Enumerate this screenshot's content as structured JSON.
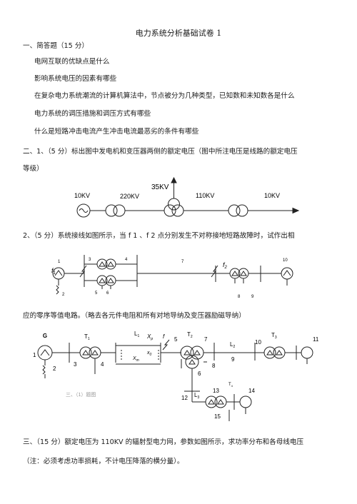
{
  "title": "电力系统分析基础试卷 1",
  "section1_heading": "一、简答题（15 分）",
  "q1": "电网互联的优缺点是什么",
  "q2": "影响系统电压的因素有哪些",
  "q3": "在复杂电力系统潮流的计算机算法中，节点被分为几种类型，已知数和未知数各是什么",
  "q4": "电力系统的调压措施和调压方式有哪些",
  "q5": "什么是短路冲击电流产生冲击电流最恶劣的条件有哪些",
  "section2_line1": "二、1、（5 分）标出图中发电机和变压器两侧的额定电压（图中所注电压是线路的额定电压",
  "section2_line2": "等级）",
  "fig1": {
    "v_top": "35KV",
    "v1": "10KV",
    "v2": "220KV",
    "v3": "110KV",
    "v4": "10KV"
  },
  "q2_2_line": "2、（5 分）系统接线如图所示，当 f 1 、f 2 点分别发生不对称接地短路故障时，试作出相",
  "fig2": {
    "f1": "f",
    "f1_sub": "1",
    "f2": "f",
    "f2_sub": "2",
    "n1": "1",
    "n2": "2",
    "n3": "3",
    "n4": "4",
    "n5": "5",
    "n6": "6",
    "n7": "7",
    "n8": "8",
    "n9": "9",
    "n10": "10"
  },
  "q2_2_line2": "应的零序等值电路。（略去各元件电阻和所有对地导纳及变压器励磁导纳）",
  "fig3": {
    "G": "G",
    "T1": "T",
    "T1_sub": "1",
    "L1": "L",
    "L1_sub": "1",
    "Xp": "X",
    "Xp_sub": "p",
    "f": "f",
    "T2": "T",
    "T2_sub": "2",
    "L2": "L",
    "L2_sub": "2",
    "T3": "T",
    "T3_sub": "3",
    "T4": "T",
    "T4_sub": "4",
    "L3": "L",
    "L3_sub": "3",
    "Xm": "X",
    "Xm_sub": "m",
    "x0": "x",
    "x0_sub": "0",
    "n1": "1",
    "n2": "2",
    "n3": "3",
    "n4": "4",
    "n5": "5",
    "n6": "6",
    "n7": "7",
    "n8": "8",
    "n9": "9",
    "n10": "10",
    "n11": "11",
    "n12": "12",
    "n13": "13",
    "n14": "14",
    "n15": "15",
    "caption": "三、（1）题图"
  },
  "section3_line1": "三、（15 分）额定电压为 110KV 的辐射型电力网，参数如图所示，求功率分布和各母线电压",
  "section3_line2": "（注：必须考虑功率损耗，不计电压降落的横分量）。"
}
